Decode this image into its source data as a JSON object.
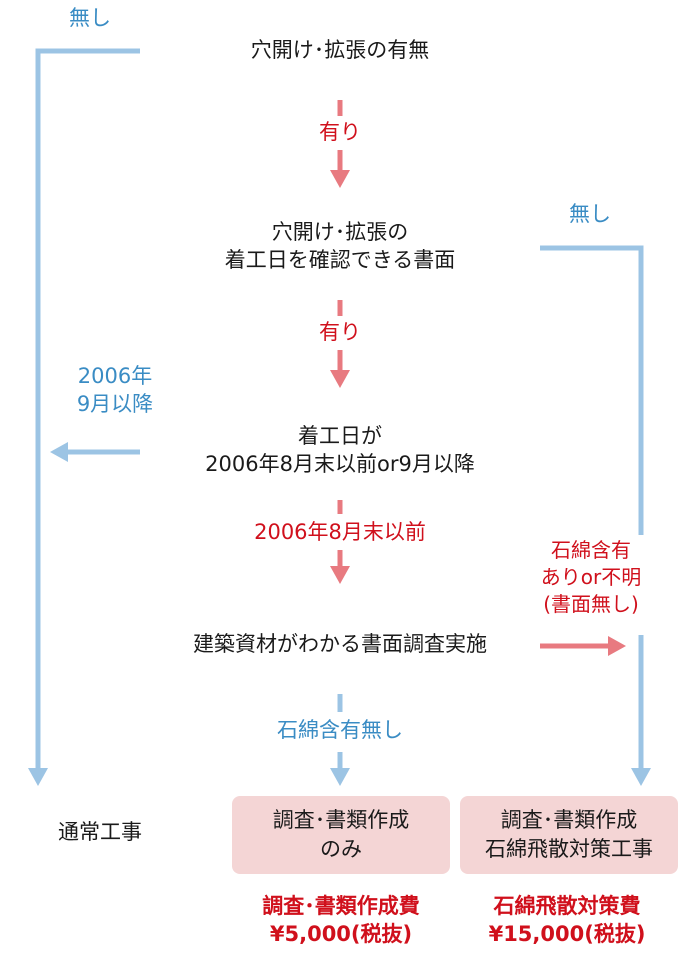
{
  "nodes": {
    "q1": "穴開け･拡張の有無",
    "q2_line1": "穴開け･拡張の",
    "q2_line2": "着工日を確認できる書面",
    "q3_line1": "着工日が",
    "q3_line2": "2006年8月末以前or9月以降",
    "q4": "建築資材がわかる書面調査実施",
    "normal": "通常工事"
  },
  "labels": {
    "no_1": "無し",
    "yes_1": "有り",
    "no_2": "無し",
    "yes_2": "有り",
    "after_line1": "2006年",
    "after_line2": "9月以降",
    "before": "2006年8月末以前",
    "asbestos_line1": "石綿含有",
    "asbestos_line2": "ありor不明",
    "asbestos_line3": "(書面無し)",
    "no_asbestos": "石綿含有無し"
  },
  "boxes": {
    "survey_only_line1": "調査･書類作成",
    "survey_only_line2": "のみ",
    "survey_measures_line1": "調査･書類作成",
    "survey_measures_line2": "石綿飛散対策工事"
  },
  "costs": {
    "survey_label": "調査･書類作成費",
    "survey_price": "¥5,000(税抜)",
    "measures_label": "石綿飛散対策費",
    "measures_price": "¥15,000(税抜)"
  },
  "colors": {
    "blue": "#9cc4e4",
    "red": "#e87a80",
    "box": "#f4d5d5"
  }
}
